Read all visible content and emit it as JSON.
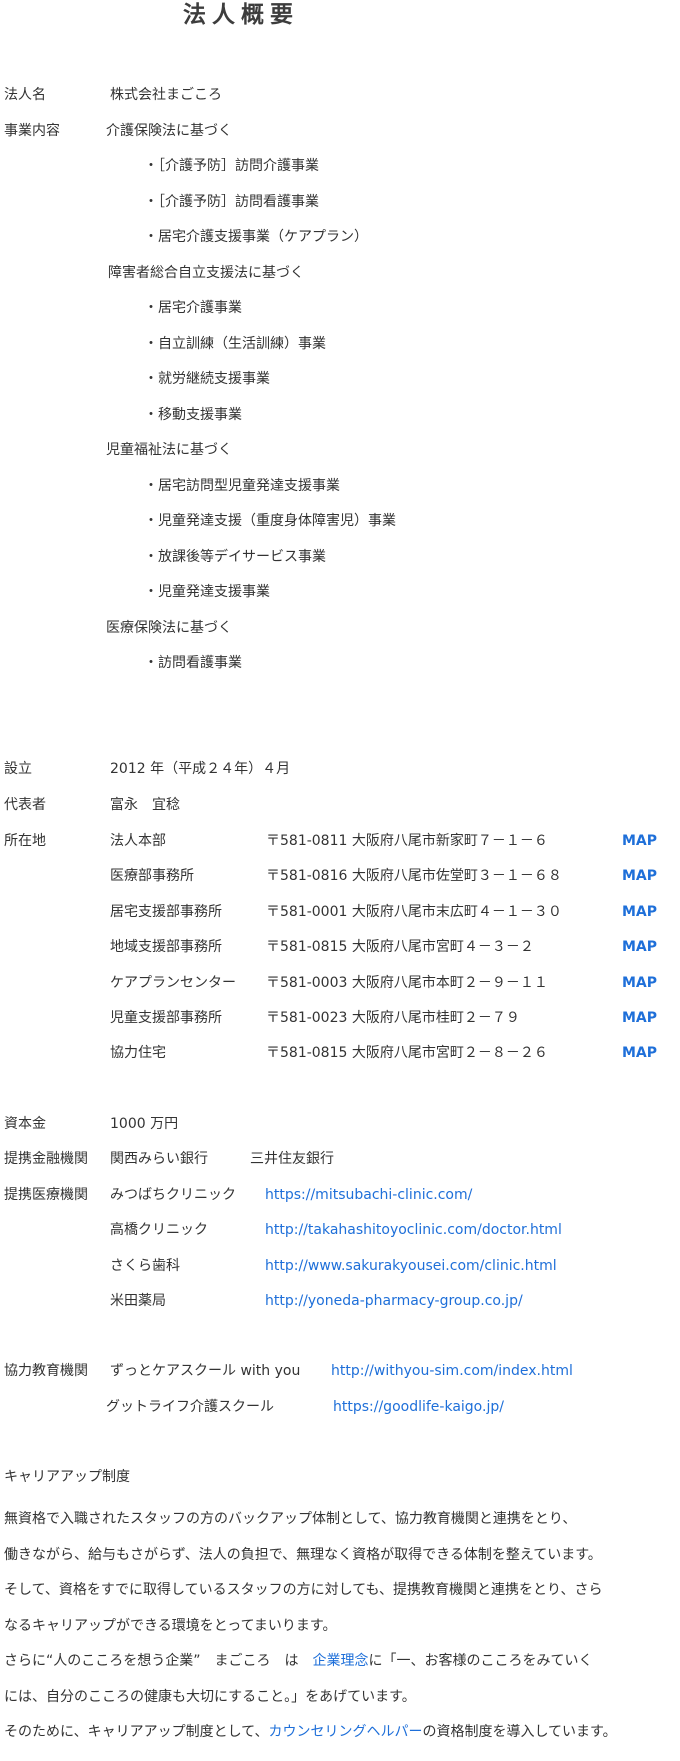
{
  "title": "法人概要",
  "corp_name": {
    "label": "法人名",
    "value": "株式会社まごころ"
  },
  "business": {
    "label": "事業内容",
    "groups": [
      {
        "law": "介護保険法に基づく",
        "items": [
          "・［介護予防］訪問介護事業",
          "・［介護予防］訪問看護事業",
          "・居宅介護支援事業（ケアプラン）"
        ]
      },
      {
        "law": "障害者総合自立支援法に基づく",
        "items": [
          "・居宅介護事業",
          "・自立訓練（生活訓練）事業",
          "・就労継続支援事業",
          "・移動支援事業"
        ]
      },
      {
        "law": "児童福祉法に基づく",
        "items": [
          "・居宅訪問型児童発達支援事業",
          "・児童発達支援（重度身体障害児）事業",
          "・放課後等デイサービス事業",
          "・児童発達支援事業"
        ]
      },
      {
        "law": "医療保険法に基づく",
        "items": [
          "・訪問看護事業"
        ]
      }
    ]
  },
  "established": {
    "label": "設立",
    "value": "2012 年（平成２４年）４月"
  },
  "representative": {
    "label": "代表者",
    "value": "富永　宜稔"
  },
  "locations": {
    "label": "所在地",
    "rows": [
      {
        "name": "法人本部",
        "address": "〒581-0811 大阪府八尾市新家町７－１－６",
        "map": "MAP"
      },
      {
        "name": "医療部事務所",
        "address": "〒581-0816 大阪府八尾市佐堂町３－１－６８",
        "map": "MAP"
      },
      {
        "name": "居宅支援部事務所",
        "address": "〒581-0001 大阪府八尾市末広町４－１－３０",
        "map": "MAP"
      },
      {
        "name": "地域支援部事務所",
        "address": "〒581-0815 大阪府八尾市宮町４－３－２",
        "map": "MAP"
      },
      {
        "name": "ケアプランセンター",
        "address": "〒581-0003 大阪府八尾市本町２－９－１１",
        "map": "MAP"
      },
      {
        "name": "児童支援部事務所",
        "address": "〒581-0023 大阪府八尾市桂町２－７９",
        "map": "MAP"
      },
      {
        "name": "協力住宅",
        "address": "〒581-0815 大阪府八尾市宮町２－８－２６",
        "map": "MAP"
      }
    ]
  },
  "capital": {
    "label": "資本金",
    "value": "1000 万円"
  },
  "banks": {
    "label": "提携金融機関",
    "values": [
      "関西みらい銀行",
      "三井住友銀行"
    ]
  },
  "medical": {
    "label": "提携医療機関",
    "rows": [
      {
        "name": "みつばちクリニック",
        "url": "https://mitsubachi-clinic.com/"
      },
      {
        "name": "高橋クリニック",
        "url": "http://takahashitoyoclinic.com/doctor.html"
      },
      {
        "name": "さくら歯科",
        "url": "http://www.sakurakyousei.com/clinic.html"
      },
      {
        "name": "米田薬局",
        "url": "http://yoneda-pharmacy-group.co.jp/"
      }
    ]
  },
  "education": {
    "label": "協力教育機関",
    "rows": [
      {
        "name": "ずっとケアスクール with you",
        "url": "http://withyou-sim.com/index.html"
      },
      {
        "name": "グットライフ介護スクール",
        "url": "https://goodlife-kaigo.jp/"
      }
    ]
  },
  "career": {
    "heading": "キャリアアップ制度",
    "lines": [
      "無資格で入職されたスタッフの方のバックアップ体制として、協力教育機関と連携をとり、",
      "働きながら、給与もさがらず、法人の負担で、無理なく資格が取得できる体制を整えています。",
      "そして、資格をすでに取得しているスタッフの方に対しても、提携教育機関と連携をとり、さら",
      "なるキャリアップができる環境をとってまいります。"
    ],
    "line5_pre": "さらに“人のこころを想う企業”　まごころ　は　",
    "line5_link": "企業理念",
    "line5_post": "に「一、お客様のこころをみていく",
    "line6": "には、自分のこころの健康も大切にすること。」をあげています。",
    "line7_pre": "そのために、キャリアアップ制度として、",
    "line7_link": "カウンセリングヘルパー",
    "line7_post": "の資格制度を導入しています。"
  }
}
